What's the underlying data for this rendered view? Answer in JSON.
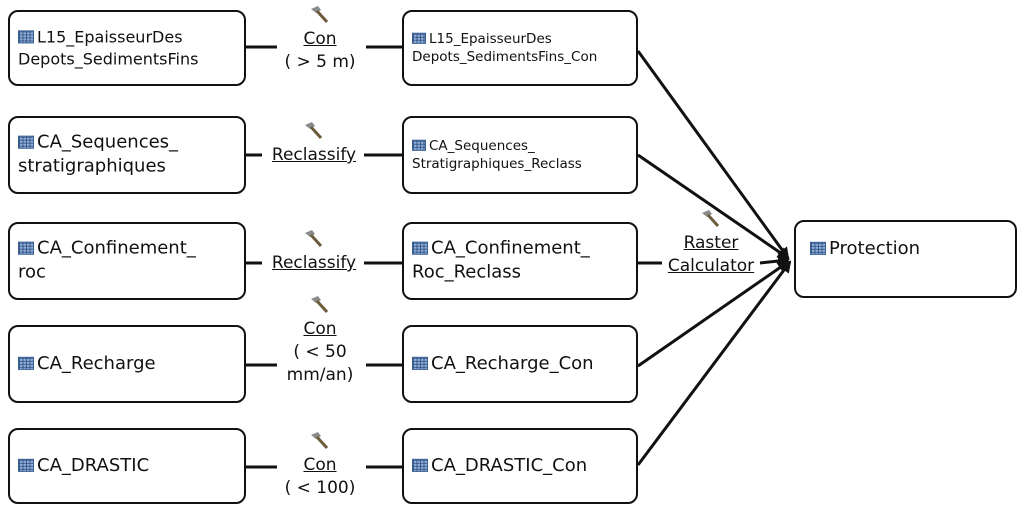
{
  "inputs": [
    {
      "line1": "L15_EpaisseurDes",
      "line2": "Depots_SedimentsFins",
      "icon": "raster-dataset-icon"
    },
    {
      "line1": "CA_Sequences_",
      "line2": "stratigraphiques",
      "icon": "raster-dataset-icon"
    },
    {
      "line1": "CA_Confinement_",
      "line2": "roc",
      "icon": "raster-dataset-icon"
    },
    {
      "line1": "CA_Recharge",
      "line2": "",
      "icon": "raster-dataset-icon"
    },
    {
      "line1": "CA_DRASTIC",
      "line2": "",
      "icon": "raster-dataset-icon"
    }
  ],
  "tools": [
    {
      "name": "Con",
      "param1": "( > 5 m)",
      "param2": "",
      "icon": "hammer-icon"
    },
    {
      "name": "Reclassify",
      "param1": "",
      "param2": "",
      "icon": "hammer-icon"
    },
    {
      "name": "Reclassify",
      "param1": "",
      "param2": "",
      "icon": "hammer-icon"
    },
    {
      "name": "Con",
      "param1": "( < 50",
      "param2": "mm/an)",
      "icon": "hammer-icon"
    },
    {
      "name": "Con",
      "param1": "( < 100)",
      "param2": "",
      "icon": "hammer-icon"
    }
  ],
  "outputs": [
    {
      "line1": "L15_EpaisseurDes",
      "line2": "Depots_SedimentsFins_Con",
      "icon": "raster-dataset-icon"
    },
    {
      "line1": "CA_Sequences_",
      "line2": "Stratigraphiques_Reclass",
      "icon": "raster-dataset-icon"
    },
    {
      "line1": "CA_Confinement_",
      "line2": "Roc_Reclass",
      "icon": "raster-dataset-icon"
    },
    {
      "line1": "CA_Recharge_Con",
      "line2": "",
      "icon": "raster-dataset-icon"
    },
    {
      "line1": "CA_DRASTIC_Con",
      "line2": "",
      "icon": "raster-dataset-icon"
    }
  ],
  "final_tool": {
    "line1": "Raster",
    "line2": "Calculator",
    "icon": "hammer-icon"
  },
  "result": {
    "label": "Protection",
    "icon": "raster-dataset-icon"
  }
}
